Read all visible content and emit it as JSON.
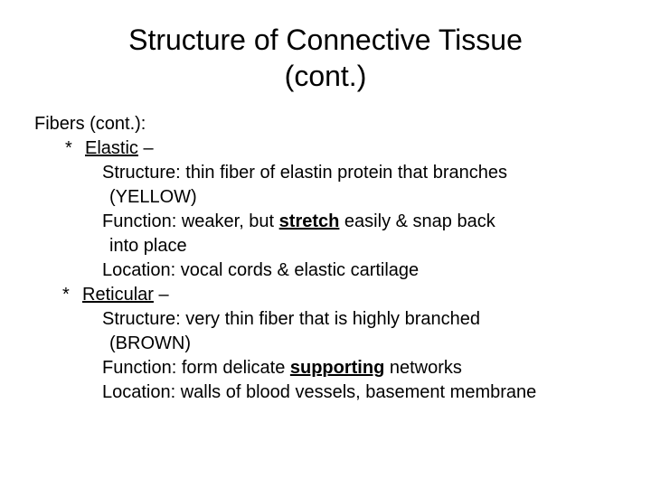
{
  "slide": {
    "background_color": "#ffffff",
    "text_color": "#000000",
    "title": {
      "line1": "Structure of Connective Tissue",
      "line2": "(cont.)"
    },
    "body": {
      "heading": "Fibers (cont.):",
      "bullets": [
        {
          "marker": "*",
          "term": "Elastic",
          "dash": "–",
          "details": [
            {
              "label": "Structure:",
              "text_before": " thin fiber of elastin protein that branches",
              "emphasis": "",
              "text_after": "",
              "wrap": "(YELLOW)"
            },
            {
              "label": "Function:",
              "text_before": " weaker, but ",
              "emphasis": "stretch",
              "text_after": " easily & snap back",
              "wrap": "into place"
            },
            {
              "label": "Location:",
              "text_before": "  vocal cords & elastic cartilage",
              "emphasis": "",
              "text_after": "",
              "wrap": ""
            }
          ]
        },
        {
          "marker": "*",
          "term": "Reticular",
          "dash": "–",
          "details": [
            {
              "label": "Structure:",
              "text_before": "  very thin fiber that is highly branched",
              "emphasis": "",
              "text_after": "",
              "wrap": "(BROWN)"
            },
            {
              "label": "Function:",
              "text_before": "  form delicate ",
              "emphasis": "supporting",
              "text_after": " networks",
              "wrap": ""
            },
            {
              "label": "Location:",
              "text_before": "  walls of blood vessels, basement membrane",
              "emphasis": "",
              "text_after": "",
              "wrap": ""
            }
          ]
        }
      ]
    }
  }
}
